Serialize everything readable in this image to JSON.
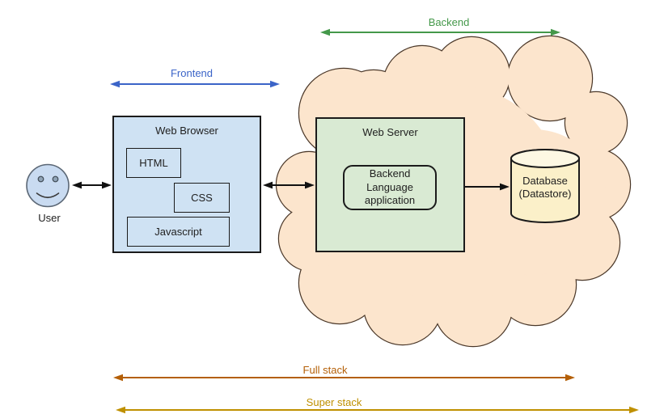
{
  "labels": {
    "frontend": "Frontend",
    "backend": "Backend",
    "full_stack": "Full stack",
    "super_stack": "Super stack",
    "user": "User"
  },
  "browser": {
    "title": "Web Browser",
    "components": [
      "HTML",
      "CSS",
      "Javascript"
    ]
  },
  "server": {
    "title": "Web Server",
    "app_label": "Backend Language application"
  },
  "database": {
    "line1": "Database",
    "line2": "(Datastore)"
  },
  "colors": {
    "frontend_blue": "#3b64c8",
    "backend_green": "#44984a",
    "full_stack_orange": "#b45f06",
    "super_stack_gold": "#bf9000",
    "browser_fill": "#cfe2f3",
    "server_fill": "#d9ead3",
    "database_fill": "#fbf0c9",
    "cloud_fill": "#fce5cd",
    "user_face_fill": "#c9dbf1"
  }
}
